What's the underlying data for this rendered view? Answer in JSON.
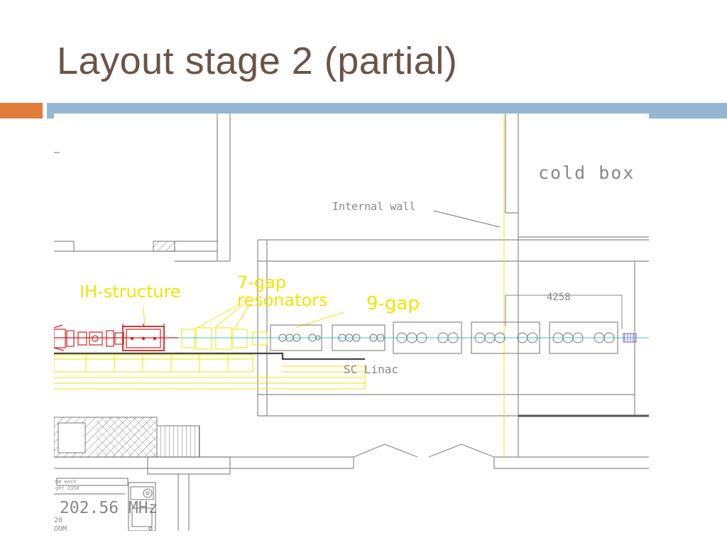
{
  "slide": {
    "title": "Layout stage 2 (partial)"
  },
  "drawing": {
    "labels": {
      "cold_box": "cold box",
      "internal_wall": "Internal wall",
      "ih_structure": "IH-structure",
      "seven_gap_line1": "7-gap",
      "seven_gap_line2": "resonators",
      "nine_gap": "9-gap",
      "dimension": "4258",
      "sc_linac": "SC Linac",
      "frequency": "202.56 MHz",
      "small_note_1": "mm each",
      "small_note_2": "ght 2350",
      "small_note_3": "20",
      "small_note_4": "OOM"
    },
    "colors": {
      "title_text": "#6b5446",
      "accent_orange": "#e07b3a",
      "accent_blue": "#94b6d2",
      "walls": "#8a8a8a",
      "annotation_yellow": "#f2e400",
      "beamline_red": "#d42020",
      "beam_axis_cyan": "#38c8d8"
    }
  }
}
